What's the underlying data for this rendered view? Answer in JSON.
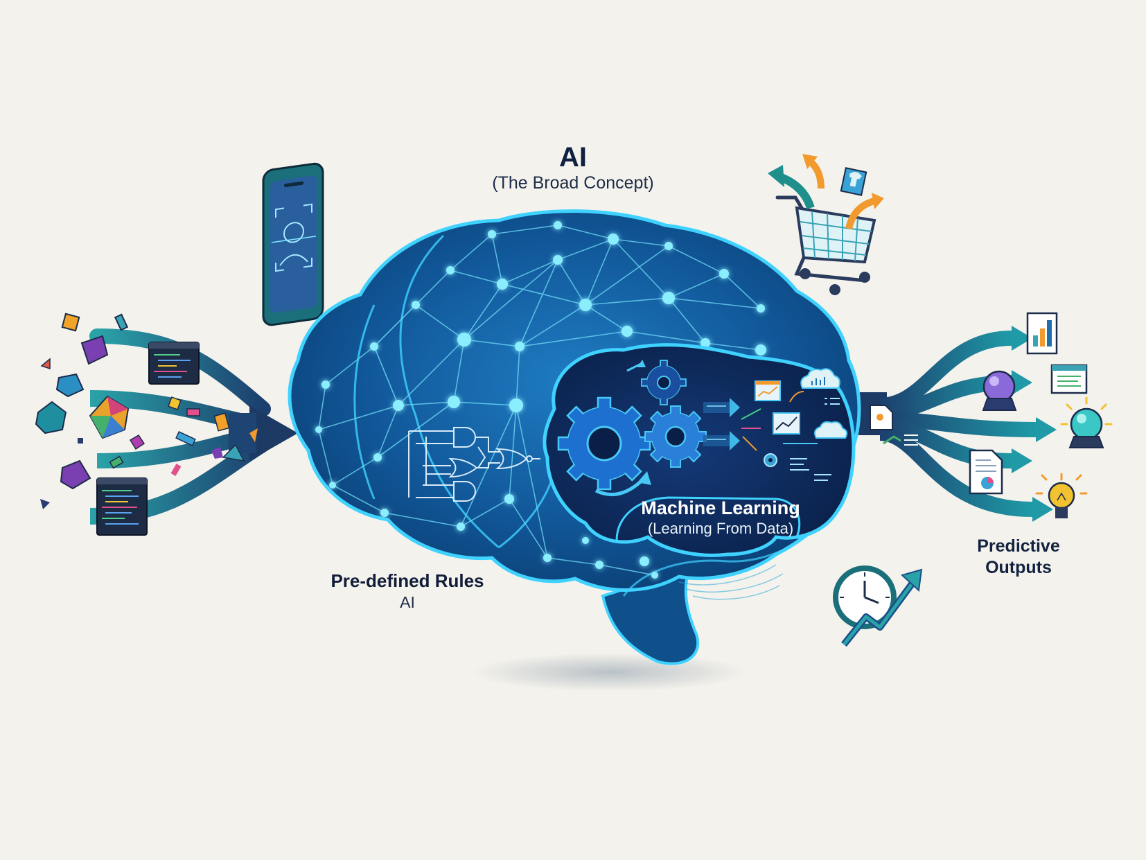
{
  "diagram": {
    "title": "AI",
    "subtitle": "(The Broad Concept)",
    "rules_label": "Pre-defined Rules",
    "rules_sublabel": "AI",
    "ml_label": "Machine Learning",
    "ml_sublabel": "(Learning From Data)",
    "outputs_label_line1": "Predictive",
    "outputs_label_line2": "Outputs"
  },
  "icons": {
    "left": [
      "code-window-icon",
      "polyhedron-icon",
      "data-fragment-icon"
    ],
    "top": [
      "smartphone-face-id-icon",
      "shopping-cart-icon"
    ],
    "inner": [
      "logic-gate-icon",
      "gear-icon",
      "cloud-icon",
      "line-chart-icon"
    ],
    "right": [
      "bar-chart-document-icon",
      "browser-list-icon",
      "crystal-ball-icon",
      "report-document-icon",
      "lightbulb-icon",
      "clock-growth-icon"
    ]
  },
  "colors": {
    "background": "#f4f2ec",
    "brain_fill": "#0f4f8a",
    "brain_outline": "#3fd2ff",
    "network_node": "#7fe8ff",
    "ml_region": "#0c2656",
    "flow_teal": "#1e8fa0",
    "flow_navy": "#1c3a63",
    "accent_orange": "#f29a2e"
  }
}
